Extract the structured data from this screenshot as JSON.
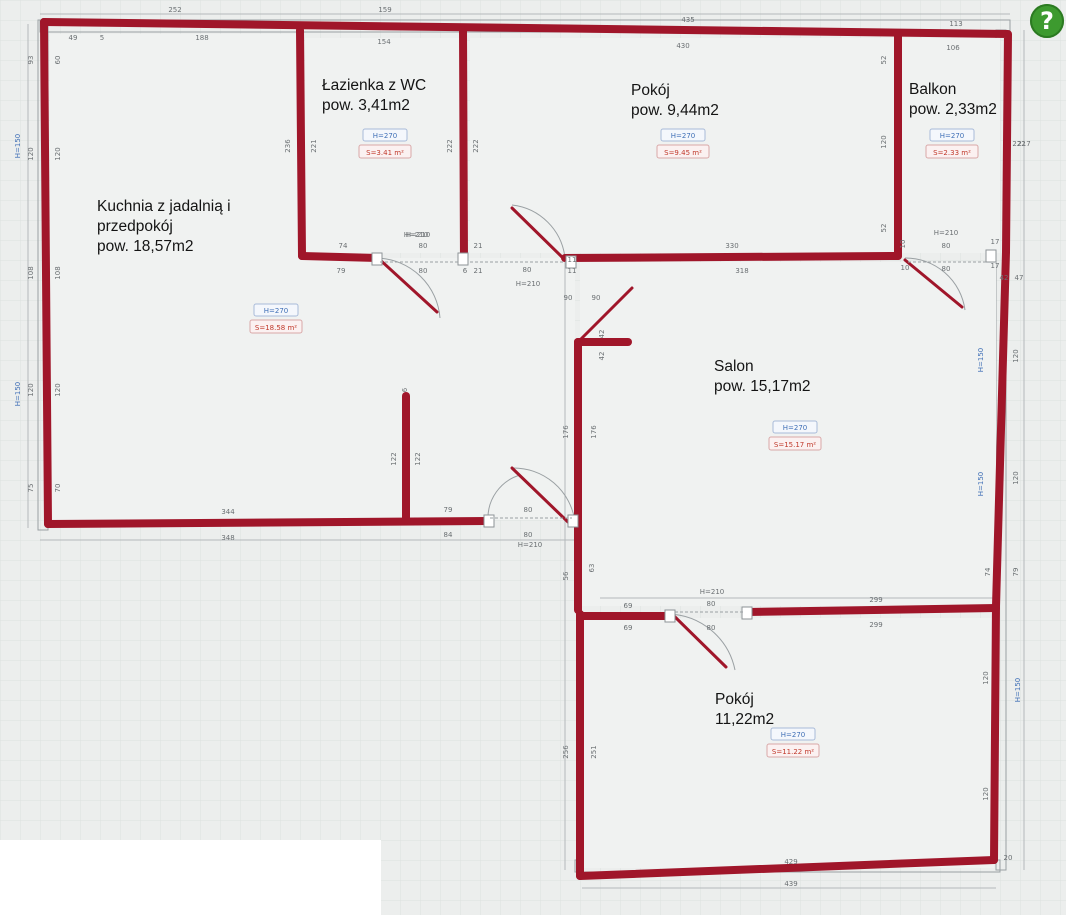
{
  "help_button": {
    "label": "?",
    "icon": "help-icon",
    "color": "#3d9a2f"
  },
  "colors": {
    "wall": "#a0162a",
    "background": "#eceeed",
    "grid": "#dfe3e2",
    "dimension_text": "#6a6f72",
    "height_tag": "#3f6fb6",
    "area_tag": "#c0392b"
  },
  "rooms": [
    {
      "id": "kitchen",
      "lines": [
        "Kuchnia z jadalnią i",
        "przedpokój",
        "pow. 18,57m2"
      ],
      "height_tag": "H=270",
      "area_tag": "S=18.58 m²"
    },
    {
      "id": "bathroom",
      "lines": [
        "Łazienka z WC",
        "pow. 3,41m2"
      ],
      "height_tag": "H=270",
      "area_tag": "S=3.41 m²"
    },
    {
      "id": "room1",
      "lines": [
        "Pokój",
        "pow. 9,44m2"
      ],
      "height_tag": "H=270",
      "area_tag": "S=9.45 m²"
    },
    {
      "id": "balcony",
      "lines": [
        "Balkon",
        "pow. 2,33m2"
      ],
      "height_tag": "H=270",
      "area_tag": "S=2.33 m²"
    },
    {
      "id": "salon",
      "lines": [
        "Salon",
        "pow. 15,17m2"
      ],
      "height_tag": "H=270",
      "area_tag": "S=15.17 m²"
    },
    {
      "id": "room2",
      "lines": [
        "Pokój",
        "11,22m2"
      ],
      "height_tag": "H=270",
      "area_tag": "S=11.22 m²"
    }
  ],
  "dimensions": {
    "top": [
      "252",
      "159",
      "435",
      "113"
    ],
    "top_inner": [
      "49",
      "5",
      "188",
      "154",
      "430",
      "106"
    ],
    "kitchen_left": [
      "93",
      "120",
      "108",
      "120",
      "75"
    ],
    "kitchen_left_inner": [
      "60",
      "120",
      "108",
      "120",
      "70"
    ],
    "kitchen_bottom": [
      "344",
      "79",
      "80"
    ],
    "kitchen_bottom_outer": [
      "348",
      "84",
      "80"
    ],
    "bathroom_sides": [
      "236",
      "221",
      "222",
      "222"
    ],
    "bath_door": [
      "H=210",
      "74",
      "80",
      "79",
      "80",
      "6",
      "21",
      "21"
    ],
    "corridor_door": [
      "H=210",
      "11",
      "11",
      "80",
      "90",
      "90"
    ],
    "room1_bottom": [
      "330",
      "318"
    ],
    "room1_right": [
      "120",
      "52",
      "52",
      "10"
    ],
    "balcony_dims": [
      "H=210",
      "80",
      "80",
      "10",
      "17",
      "17",
      "42",
      "47",
      "217",
      "222"
    ],
    "salon_left": [
      "42",
      "42",
      "176",
      "176",
      "56",
      "63"
    ],
    "salon_right": [
      "120",
      "120",
      "74",
      "79"
    ],
    "partition": [
      "122",
      "122",
      "6"
    ],
    "room2_door": [
      "H=210",
      "69",
      "80",
      "69",
      "80"
    ],
    "room2_top": [
      "299",
      "299"
    ],
    "room2_left": [
      "256",
      "251"
    ],
    "room2_right": [
      "120",
      "120"
    ],
    "room2_bottom": [
      "429",
      "439",
      "20"
    ],
    "window_tags": [
      "H=150",
      "H=150",
      "H=150",
      "H=150",
      "H=150"
    ],
    "kitchen_door_h": "H=210",
    "bath_door_h": "H=210"
  }
}
